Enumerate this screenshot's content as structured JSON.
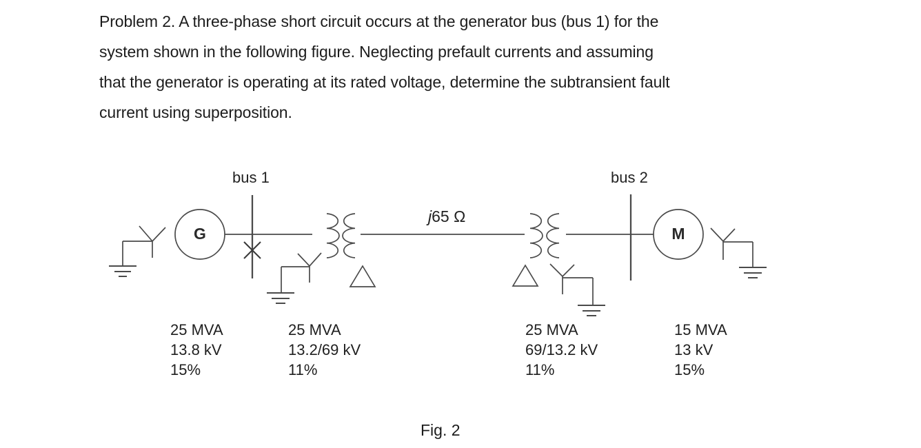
{
  "problem": {
    "lines": [
      "Problem 2. A three-phase short circuit occurs at the generator bus (bus 1) for the",
      "system shown in the following figure. Neglecting prefault currents and assuming",
      "that the generator is operating at its rated voltage, determine the subtransient fault",
      "current using superposition."
    ]
  },
  "diagram": {
    "bus1_label": "bus 1",
    "bus2_label": "bus 2",
    "generator_letter": "G",
    "motor_letter": "M",
    "line_impedance": {
      "prefix": "j",
      "value": "65 Ω"
    },
    "ratings": {
      "generator": [
        "25 MVA",
        "13.8 kV",
        "15%"
      ],
      "transformer1": [
        "25 MVA",
        "13.2/69 kV",
        "11%"
      ],
      "transformer2": [
        "25 MVA",
        "69/13.2 kV",
        "11%"
      ],
      "motor": [
        "15 MVA",
        "13 kV",
        "15%"
      ]
    }
  },
  "caption": "Fig. 2",
  "colors": {
    "stroke": "#4a4a4a",
    "text": "#1f1f1f"
  }
}
